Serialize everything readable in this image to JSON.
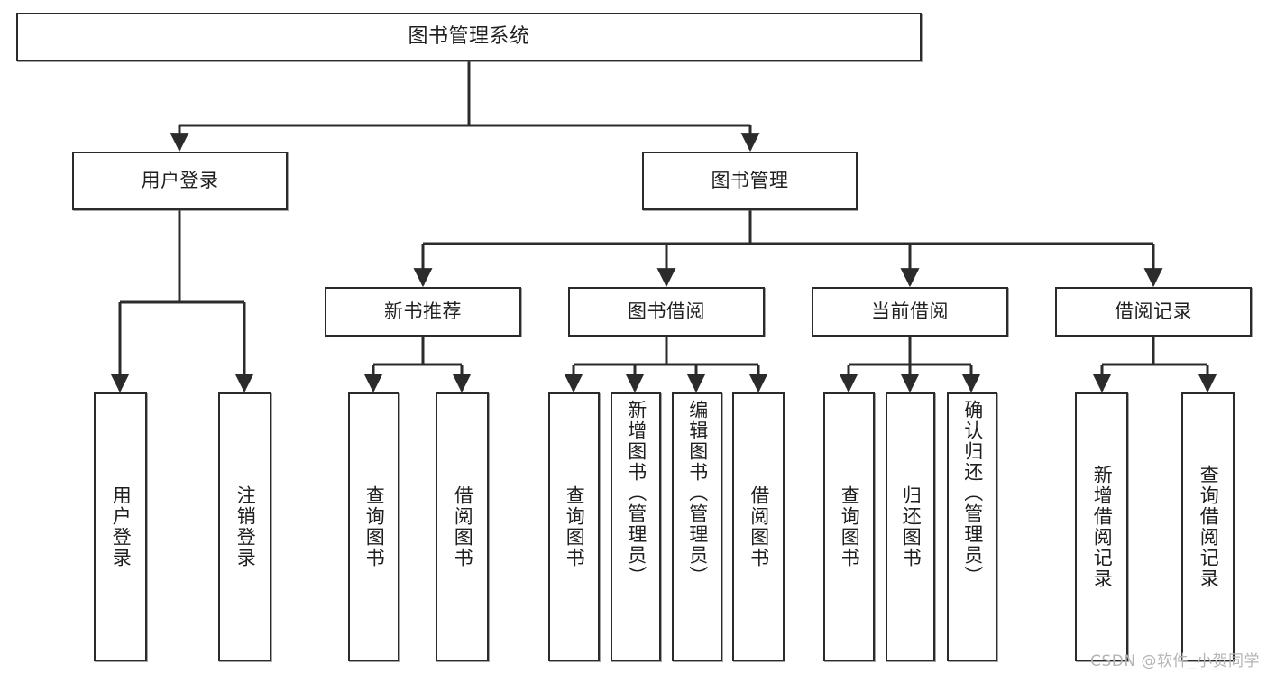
{
  "diagram": {
    "type": "tree",
    "title": "图书管理系统",
    "root": {
      "label": "图书管理系统"
    },
    "level2": [
      {
        "label": "用户登录"
      },
      {
        "label": "图书管理"
      }
    ],
    "level3": [
      {
        "label": "新书推荐"
      },
      {
        "label": "图书借阅"
      },
      {
        "label": "当前借阅"
      },
      {
        "label": "借阅记录"
      }
    ],
    "leaves": {
      "user_login": [
        {
          "label": "用户登录"
        },
        {
          "label": "注销登录"
        }
      ],
      "new_book_recommend": [
        {
          "label": "查询图书"
        },
        {
          "label": "借阅图书"
        }
      ],
      "book_borrow": [
        {
          "label": "查询图书"
        },
        {
          "label": "新增图书（管理员）"
        },
        {
          "label": "编辑图书（管理员）"
        },
        {
          "label": "借阅图书"
        }
      ],
      "current_borrow": [
        {
          "label": "查询图书"
        },
        {
          "label": "归还图书"
        },
        {
          "label": "确认归还（管理员）"
        }
      ],
      "borrow_record": [
        {
          "label": "新增借阅记录"
        },
        {
          "label": "查询借阅记录"
        }
      ]
    }
  },
  "watermark": {
    "text": "CSDN @软件_小贺同学"
  },
  "colors": {
    "background": "#ffffff",
    "box_border": "#2b2b2b",
    "box_fill": "#ffffff",
    "connector": "#2b2b2b",
    "text": "#1f1f1f",
    "watermark": "#b4b4b4"
  }
}
